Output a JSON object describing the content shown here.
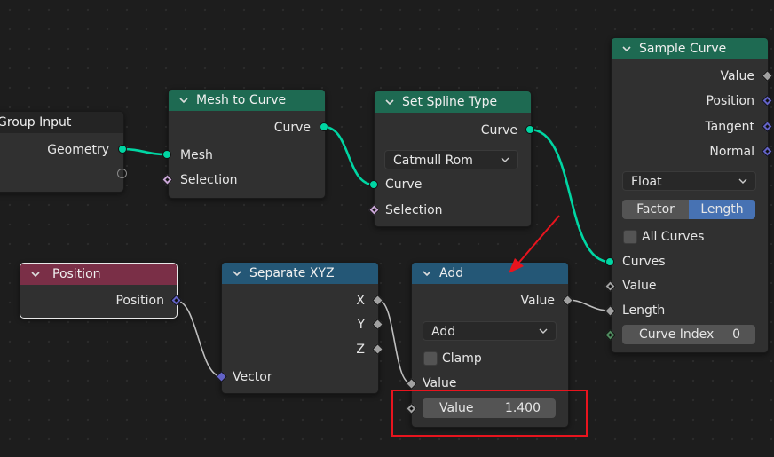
{
  "nodes": {
    "group_input": {
      "title": "Group Input",
      "geometry": "Geometry"
    },
    "mesh_to_curve": {
      "title": "Mesh to Curve",
      "out_curve": "Curve",
      "in_mesh": "Mesh",
      "in_selection": "Selection"
    },
    "set_spline_type": {
      "title": "Set Spline Type",
      "out_curve": "Curve",
      "type_value": "Catmull Rom",
      "in_curve": "Curve",
      "in_selection": "Selection"
    },
    "sample_curve": {
      "title": "Sample Curve",
      "out_value": "Value",
      "out_position": "Position",
      "out_tangent": "Tangent",
      "out_normal": "Normal",
      "data_type": "Float",
      "mode_factor": "Factor",
      "mode_length": "Length",
      "all_curves": "All Curves",
      "in_curves": "Curves",
      "in_value": "Value",
      "in_length": "Length",
      "curve_index_label": "Curve Index",
      "curve_index_value": "0"
    },
    "position": {
      "title": "Position",
      "out_position": "Position"
    },
    "separate_xyz": {
      "title": "Separate XYZ",
      "out_x": "X",
      "out_y": "Y",
      "out_z": "Z",
      "in_vector": "Vector"
    },
    "add": {
      "title": "Add",
      "out_value": "Value",
      "operation": "Add",
      "clamp": "Clamp",
      "in_value1": "Value",
      "in_value2_label": "Value",
      "in_value2": "1.400"
    }
  },
  "colors": {
    "geometry_link": "#00d6a3",
    "float_link": "#a1a1a1",
    "annotation": "#e8141e",
    "selected_mode": "#4772b3"
  },
  "icons": {
    "collapse": "chevron-down-icon",
    "dropdown": "chevron-down-icon"
  }
}
